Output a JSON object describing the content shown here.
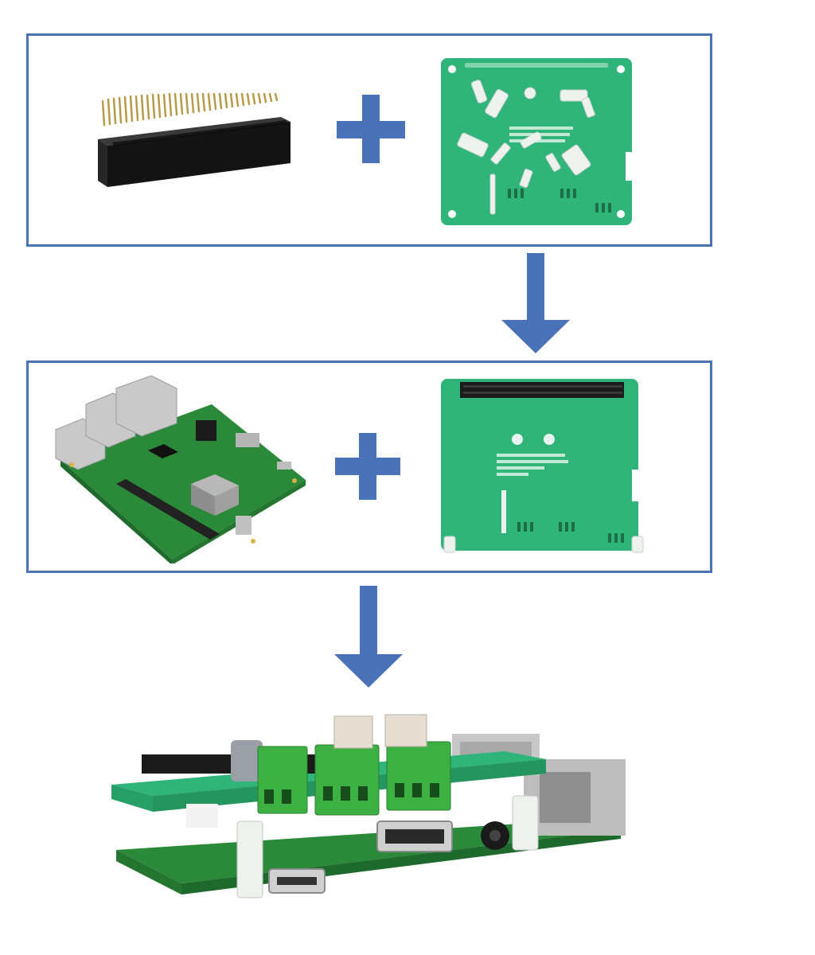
{
  "colors": {
    "frame_border": "#4a72b8",
    "arrow": "#4a72b8",
    "plus": "#4a72b8",
    "pcb_green": "#2fb47a",
    "pcb_dark_green": "#2a8a3a",
    "terminal_green": "#3cb043",
    "background": "#ffffff"
  },
  "icons": {
    "plus": "plus-icon",
    "arrow": "down-arrow-icon"
  },
  "steps": [
    {
      "components": [
        "pin-header",
        "hat-board-back"
      ],
      "operator": "plus"
    },
    {
      "components": [
        "raspberry-pi-board",
        "hat-board-with-header"
      ],
      "operator": "plus"
    },
    {
      "components": [
        "assembled-stack"
      ]
    }
  ]
}
